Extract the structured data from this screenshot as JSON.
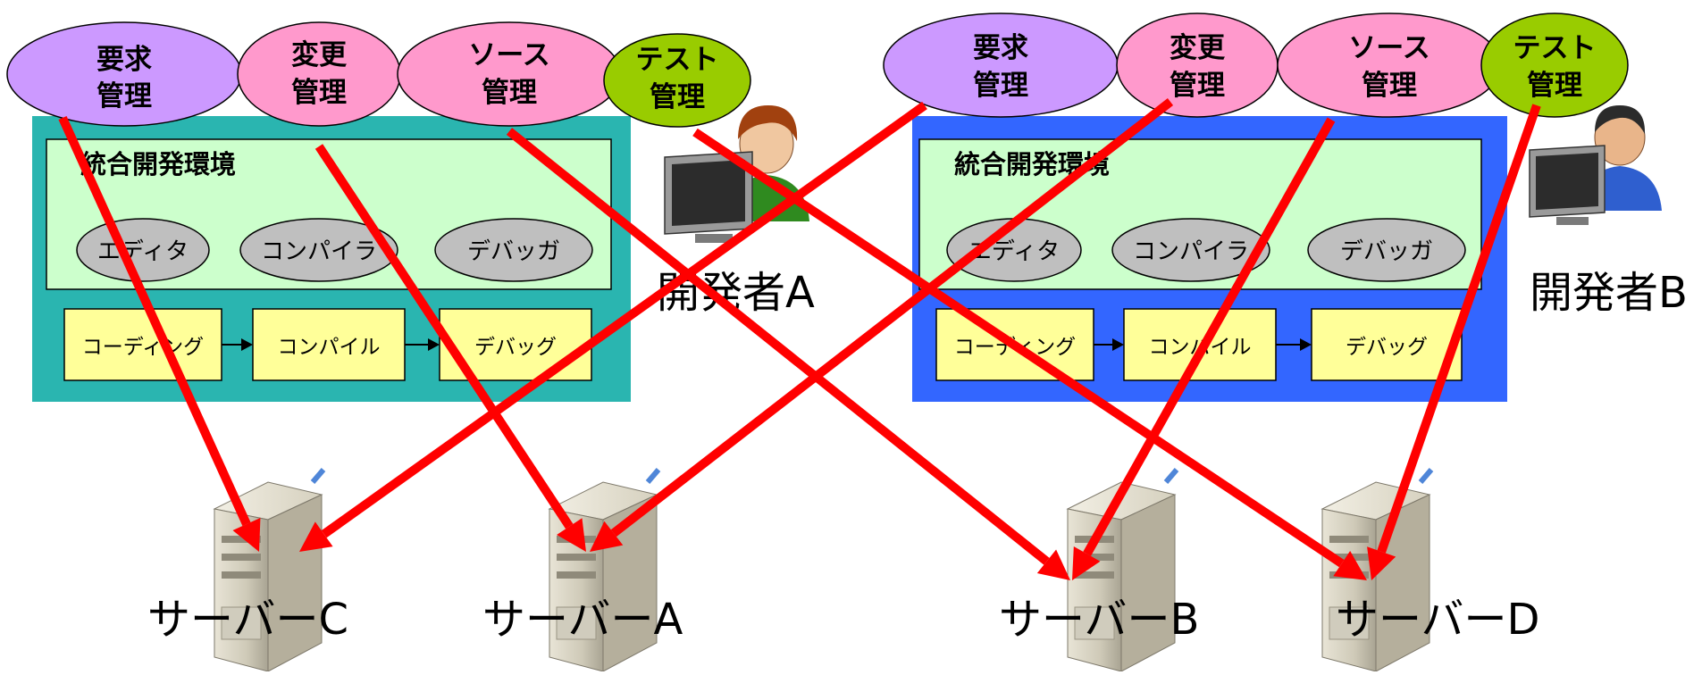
{
  "developers": {
    "a": {
      "name": "開発者A",
      "colors": {
        "panel": "#2ab5b0"
      },
      "tools": [
        {
          "line1": "要求",
          "line2": "管理",
          "color": "#cc99ff"
        },
        {
          "line1": "変更",
          "line2": "管理",
          "color": "#ff99cc"
        },
        {
          "line1": "ソース",
          "line2": "管理",
          "color": "#ff99cc"
        },
        {
          "line1": "テスト",
          "line2": "管理",
          "color": "#99cc00"
        }
      ],
      "ide": {
        "title": "統合開発環境",
        "components": [
          "エディタ",
          "コンパイラ",
          "デバッガ"
        ],
        "steps": [
          "コーディング",
          "コンパイル",
          "デバッグ"
        ]
      }
    },
    "b": {
      "name": "開発者B",
      "colors": {
        "panel": "#3366ff"
      },
      "tools": [
        {
          "line1": "要求",
          "line2": "管理",
          "color": "#cc99ff"
        },
        {
          "line1": "変更",
          "line2": "管理",
          "color": "#ff99cc"
        },
        {
          "line1": "ソース",
          "line2": "管理",
          "color": "#ff99cc"
        },
        {
          "line1": "テスト",
          "line2": "管理",
          "color": "#99cc00"
        }
      ],
      "ide": {
        "title": "統合開発環境",
        "components": [
          "エディタ",
          "コンパイラ",
          "デバッガ"
        ],
        "steps": [
          "コーディング",
          "コンパイル",
          "デバッグ"
        ]
      }
    }
  },
  "servers": [
    {
      "label": "サーバーC"
    },
    {
      "label": "サーバーA"
    },
    {
      "label": "サーバーB"
    },
    {
      "label": "サーバーD"
    }
  ],
  "connections": [
    {
      "from": "a-要求",
      "to": "サーバーC"
    },
    {
      "from": "a-変更",
      "to": "サーバーA"
    },
    {
      "from": "a-ソース",
      "to": "サーバーB"
    },
    {
      "from": "a-テスト",
      "to": "サーバーD"
    },
    {
      "from": "b-要求",
      "to": "サーバーC"
    },
    {
      "from": "b-変更",
      "to": "サーバーA"
    },
    {
      "from": "b-ソース",
      "to": "サーバーB"
    },
    {
      "from": "b-テスト",
      "to": "サーバーD"
    }
  ],
  "style": {
    "arrow": "#ff0000",
    "step_fill": "#ffff99",
    "ide_fill": "#ccffcc",
    "component_fill": "#bfbfbf"
  }
}
